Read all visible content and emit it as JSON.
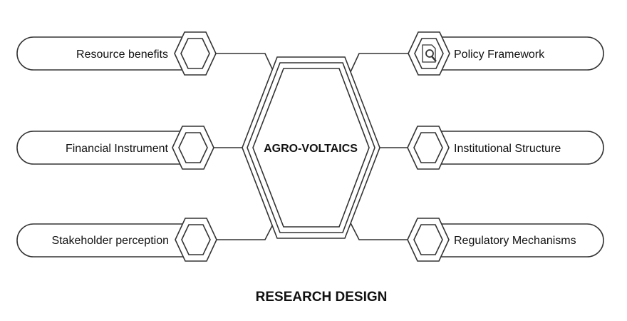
{
  "diagram": {
    "center_label": "AGRO-VOLTAICS",
    "caption": "RESEARCH DESIGN",
    "left_nodes": [
      {
        "label": "Resource benefits",
        "icon": "hexagon-icon"
      },
      {
        "label": "Financial Instrument",
        "icon": "hexagon-icon"
      },
      {
        "label": "Stakeholder perception",
        "icon": "hexagon-icon"
      }
    ],
    "right_nodes": [
      {
        "label": "Policy Framework",
        "icon": "document-search-icon"
      },
      {
        "label": "Institutional Structure",
        "icon": "hexagon-icon"
      },
      {
        "label": "Regulatory Mechanisms",
        "icon": "hexagon-icon"
      }
    ],
    "colors": {
      "stroke": "#333333",
      "fill": "#ffffff",
      "text": "#111111"
    }
  }
}
